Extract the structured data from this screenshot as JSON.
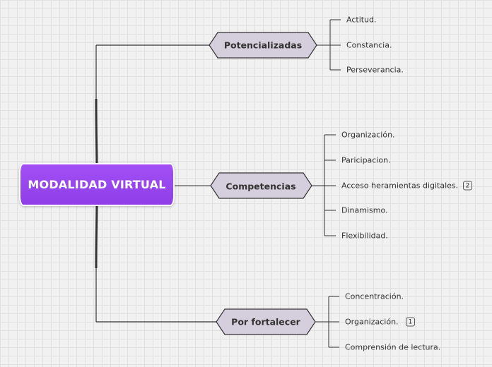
{
  "central": {
    "label": "MODALIDAD VIRTUAL"
  },
  "topics": [
    {
      "label": "Potencializadas",
      "children": [
        {
          "label": "Actitud."
        },
        {
          "label": "Constancia."
        },
        {
          "label": "Perseverancia."
        }
      ]
    },
    {
      "label": "Competencias",
      "children": [
        {
          "label": "Organización."
        },
        {
          "label": "Paricipacion."
        },
        {
          "label": "Acceso heramientas digitales.",
          "badge": "2"
        },
        {
          "label": "Dinamismo."
        },
        {
          "label": "Flexibilidad."
        }
      ]
    },
    {
      "label": "Por fortalecer",
      "children": [
        {
          "label": "Concentración."
        },
        {
          "label": "Organización.",
          "badge": "1"
        },
        {
          "label": "Comprensión de lectura."
        }
      ]
    }
  ],
  "colors": {
    "central_fill": "#9b47f0",
    "topic_fill": "#d5cedd",
    "line": "#333333"
  }
}
